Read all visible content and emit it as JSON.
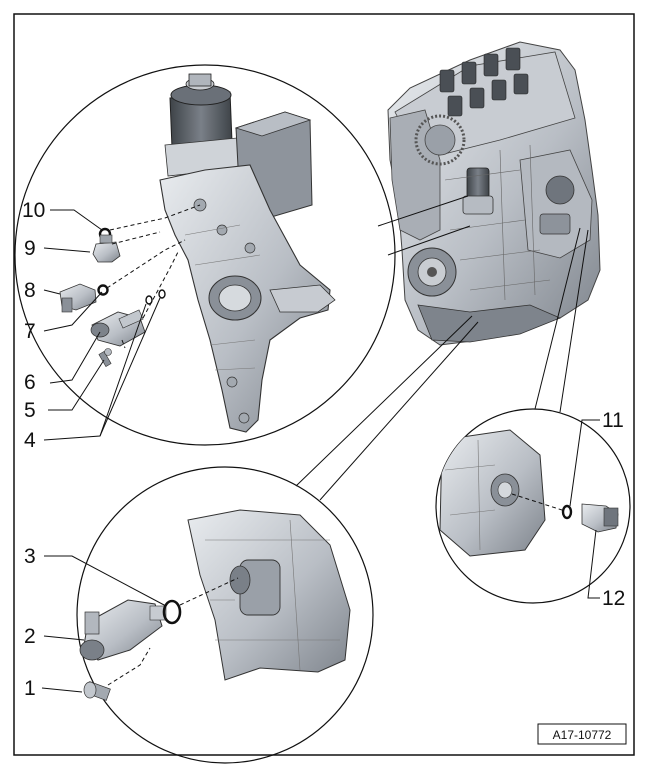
{
  "diagram": {
    "reference_code": "A17-10772",
    "callouts": [
      "1",
      "2",
      "3",
      "4",
      "5",
      "6",
      "7",
      "8",
      "9",
      "10",
      "11",
      "12"
    ]
  },
  "colors": {
    "line": "#111111",
    "part_dark": "#5b6066",
    "part_mid": "#9aa0a8",
    "part_light": "#d7dbe0",
    "background": "#ffffff"
  }
}
